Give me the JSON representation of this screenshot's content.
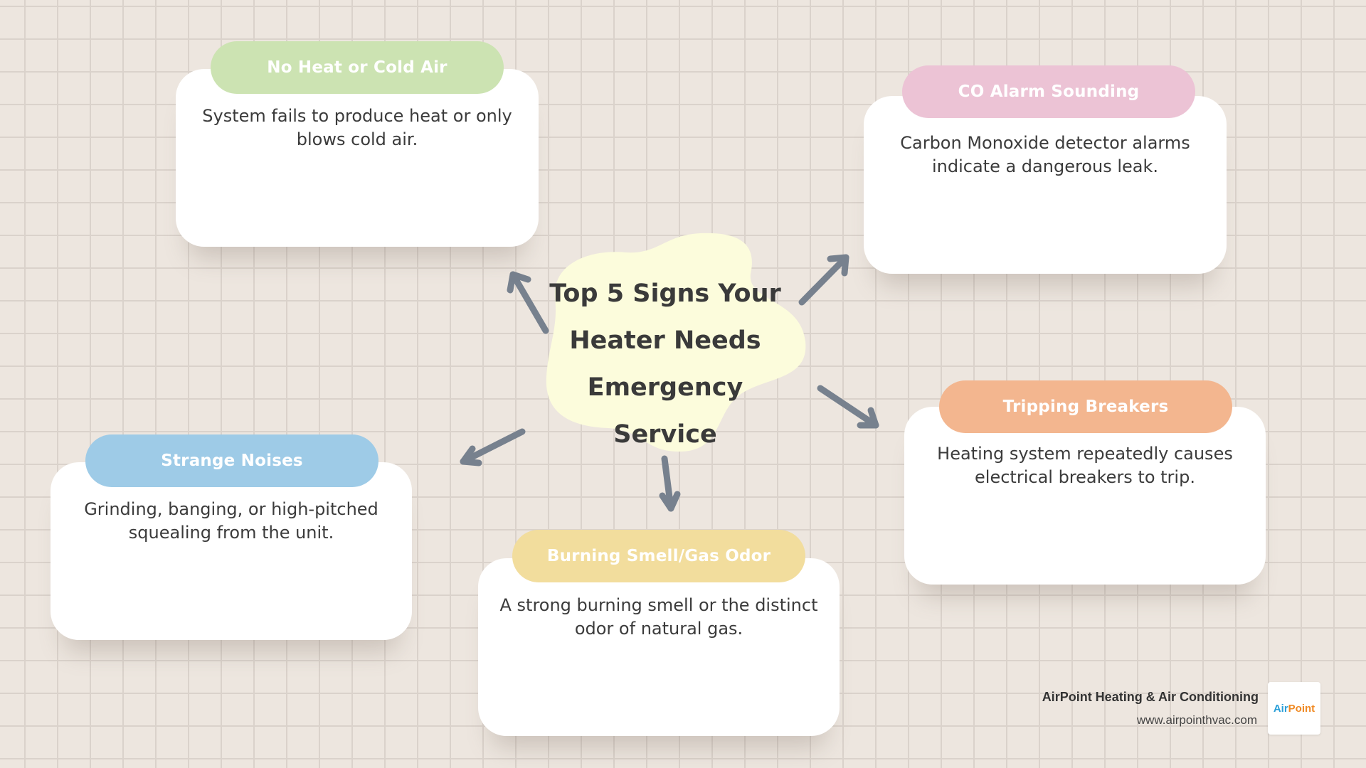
{
  "center": {
    "title": "Top 5 Signs Your Heater Needs Emergency Service"
  },
  "signs": [
    {
      "title": "No Heat or Cold Air",
      "description": "System fails to produce heat or only blows cold air.",
      "color": "#cce3b2"
    },
    {
      "title": "CO Alarm Sounding",
      "description": "Carbon Monoxide detector alarms indicate a dangerous leak.",
      "color": "#ecc3d5"
    },
    {
      "title": "Tripping Breakers",
      "description": "Heating system repeatedly causes electrical breakers to trip.",
      "color": "#f3b68f"
    },
    {
      "title": "Burning Smell/Gas Odor",
      "description": "A strong burning smell or the distinct odor of natural gas.",
      "color": "#f2dd9d"
    },
    {
      "title": "Strange Noises",
      "description": "Grinding, banging, or high-pitched squealing from the unit.",
      "color": "#9ecbe7"
    }
  ],
  "footer": {
    "company": "AirPoint Heating & Air Conditioning",
    "url": "www.airpointhvac.com",
    "logo_text_a": "Air",
    "logo_text_b": "Point",
    "logo_icon": "company-logo"
  },
  "colors": {
    "background": "#ede6df",
    "grid": "#dad2cb",
    "blob": "#fcfcdc",
    "arrow": "#77818e"
  }
}
